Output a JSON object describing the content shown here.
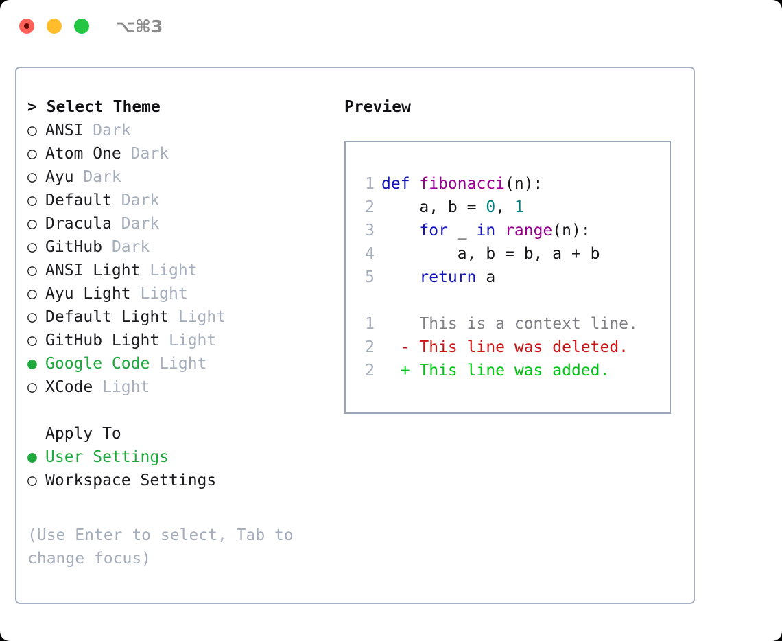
{
  "window": {
    "title": "⌥⌘3",
    "traffic_lights": [
      {
        "name": "close",
        "color": "#ff6159"
      },
      {
        "name": "minimize",
        "color": "#ffbd2e"
      },
      {
        "name": "maximize",
        "color": "#22c642"
      }
    ]
  },
  "colors": {
    "accent_green": "#1fa83c",
    "muted": "#a6aebc",
    "border": "#a7b0c0",
    "code_keyword": "#1414b5",
    "code_function": "#97008f",
    "code_number": "#00807f",
    "diff_add": "#00c412",
    "diff_del": "#cc1414",
    "diff_ctx": "#7d7d83"
  },
  "theme_list": {
    "header": "> Select Theme",
    "marker_unselected": "○",
    "marker_selected": "●",
    "items": [
      {
        "marker": "○",
        "label": "ANSI",
        "tag": "Dark",
        "selected": false
      },
      {
        "marker": "○",
        "label": "Atom One",
        "tag": "Dark",
        "selected": false
      },
      {
        "marker": "○",
        "label": "Ayu",
        "tag": "Dark",
        "selected": false
      },
      {
        "marker": "○",
        "label": "Default",
        "tag": "Dark",
        "selected": false
      },
      {
        "marker": "○",
        "label": "Dracula",
        "tag": "Dark",
        "selected": false
      },
      {
        "marker": "○",
        "label": "GitHub",
        "tag": "Dark",
        "selected": false
      },
      {
        "marker": "○",
        "label": "ANSI Light",
        "tag": "Light",
        "selected": false
      },
      {
        "marker": "○",
        "label": "Ayu Light",
        "tag": "Light",
        "selected": false
      },
      {
        "marker": "○",
        "label": "Default Light",
        "tag": "Light",
        "selected": false
      },
      {
        "marker": "○",
        "label": "GitHub Light",
        "tag": "Light",
        "selected": false
      },
      {
        "marker": "●",
        "label": "Google Code",
        "tag": "Light",
        "selected": true
      },
      {
        "marker": "○",
        "label": "XCode",
        "tag": "Light",
        "selected": false
      }
    ]
  },
  "apply_to": {
    "header": "Apply To",
    "items": [
      {
        "marker": "●",
        "label": "User Settings",
        "selected": true
      },
      {
        "marker": "○",
        "label": "Workspace Settings",
        "selected": false
      }
    ]
  },
  "hint": "(Use Enter to select, Tab to change focus)",
  "preview": {
    "title": "Preview",
    "code_lines": [
      {
        "num": "1",
        "tokens": [
          {
            "t": "def ",
            "c": "kw"
          },
          {
            "t": "fibonacci",
            "c": "fn"
          },
          {
            "t": "(n):",
            "c": "pln"
          }
        ]
      },
      {
        "num": "2",
        "tokens": [
          {
            "t": "    a, b = ",
            "c": "pln"
          },
          {
            "t": "0",
            "c": "num"
          },
          {
            "t": ", ",
            "c": "pln"
          },
          {
            "t": "1",
            "c": "num"
          }
        ]
      },
      {
        "num": "3",
        "tokens": [
          {
            "t": "    ",
            "c": "pln"
          },
          {
            "t": "for",
            "c": "kw"
          },
          {
            "t": " _ ",
            "c": "pln"
          },
          {
            "t": "in",
            "c": "kw"
          },
          {
            "t": " ",
            "c": "pln"
          },
          {
            "t": "range",
            "c": "fn"
          },
          {
            "t": "(n):",
            "c": "pln"
          }
        ]
      },
      {
        "num": "4",
        "tokens": [
          {
            "t": "        a, b = b, a + b",
            "c": "pln"
          }
        ]
      },
      {
        "num": "5",
        "tokens": [
          {
            "t": "    ",
            "c": "pln"
          },
          {
            "t": "return",
            "c": "kw"
          },
          {
            "t": " a",
            "c": "pln"
          }
        ]
      }
    ],
    "diff_lines": [
      {
        "num": "1",
        "prefix": "  ",
        "text": "This is a context line.",
        "kind": "ctx"
      },
      {
        "num": "2",
        "prefix": "- ",
        "text": "This line was deleted.",
        "kind": "del"
      },
      {
        "num": "2",
        "prefix": "+ ",
        "text": "This line was added.",
        "kind": "add"
      }
    ]
  }
}
